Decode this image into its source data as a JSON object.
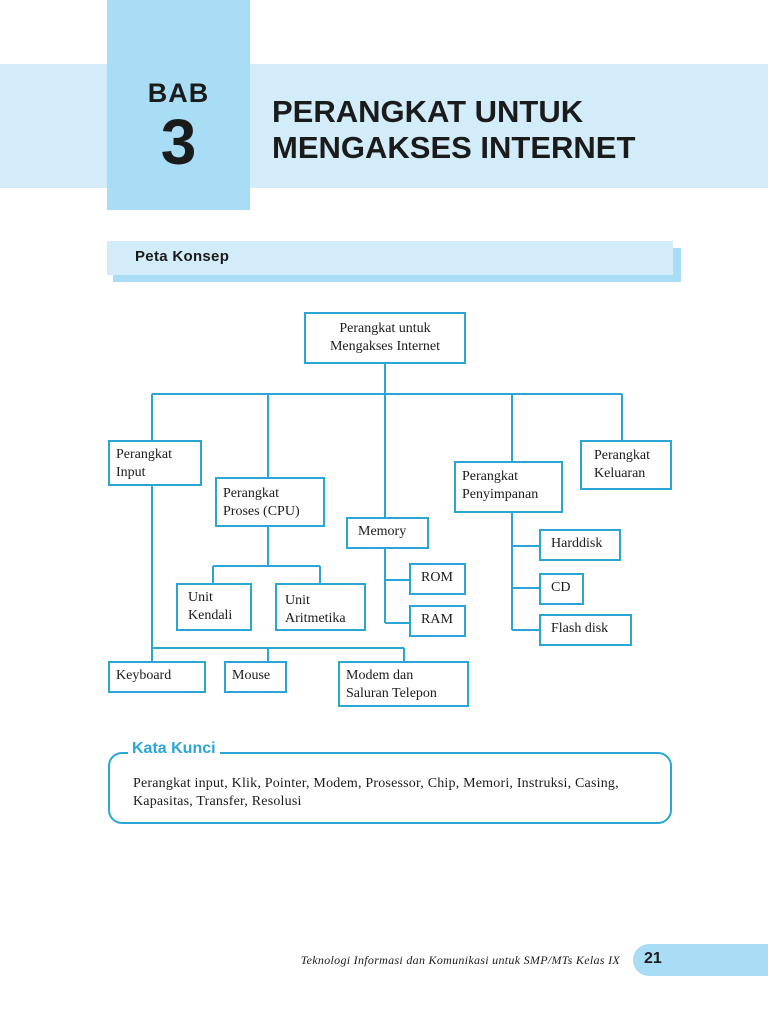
{
  "chapter": {
    "bab_label": "BAB",
    "bab_number": "3",
    "title_line1": "PERANGKAT UNTUK",
    "title_line2": "MENGAKSES INTERNET"
  },
  "section": {
    "peta_label": "Peta Konsep"
  },
  "diagram": {
    "root": "Perangkat untuk\nMengakses Internet",
    "input": "Perangkat\nInput",
    "proses": "Perangkat\nProses (CPU)",
    "memory": "Memory",
    "penyimpanan": "Perangkat\nPenyimpanan",
    "keluaran": "Perangkat\nKeluaran",
    "unit_kendali": "Unit\nKendali",
    "unit_aritmetika": "Unit\nAritmetika",
    "rom": "ROM",
    "ram": "RAM",
    "harddisk": "Harddisk",
    "cd": "CD",
    "flashdisk": "Flash disk",
    "keyboard": "Keyboard",
    "mouse": "Mouse",
    "modem": "Modem dan\nSaluran Telepon"
  },
  "kata_kunci": {
    "title": "Kata Kunci",
    "text": "Perangkat input, Klik, Pointer, Modem, Prosessor, Chip, Memori, Instruksi, Casing, Kapasitas, Transfer, Resolusi"
  },
  "footer": {
    "book_title": "Teknologi Informasi dan Komunikasi untuk SMP/MTs Kelas IX",
    "page_number": "21"
  },
  "colors": {
    "accent": "#2aa6d6",
    "light_blue": "#d2edf9",
    "mid_blue": "#a9ddf5"
  }
}
